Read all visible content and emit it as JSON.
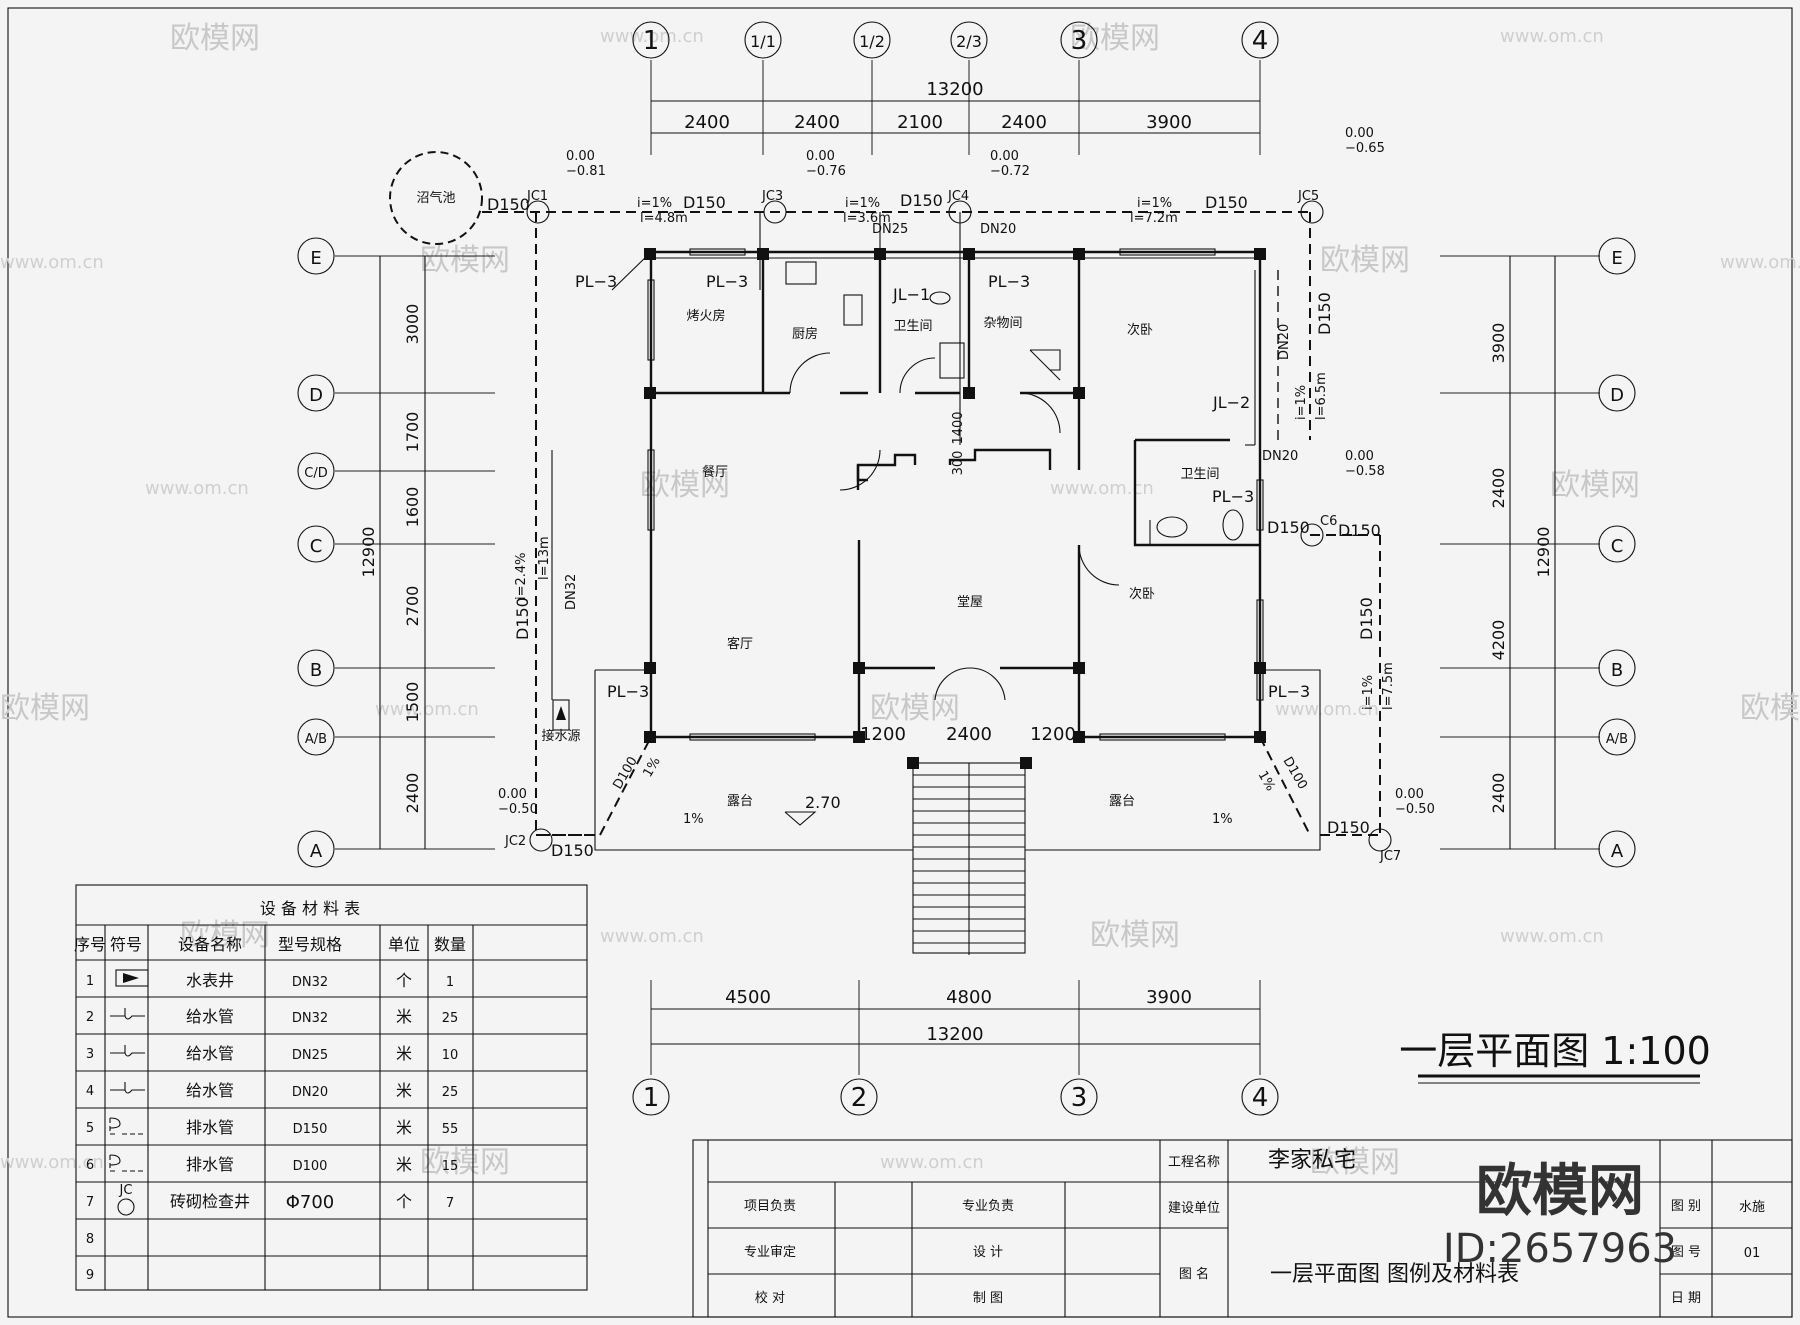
{
  "plan": {
    "title": "一层平面图 1:100",
    "grid_top": [
      "1",
      "1/1",
      "1/2",
      "2/3",
      "3",
      "4"
    ],
    "grid_bottom": [
      "1",
      "2",
      "3",
      "4"
    ],
    "grid_rows": [
      "E",
      "D",
      "C/D",
      "C",
      "B",
      "A/B",
      "A"
    ],
    "dims_top": [
      "2400",
      "2400",
      "2100",
      "2400",
      "3900"
    ],
    "total_width": "13200",
    "dims_bottom": [
      "4500",
      "4800",
      "3900"
    ],
    "dims_left": [
      "3000",
      "1700",
      "1600",
      "2700",
      "1500",
      "2400"
    ],
    "total_depth": "12900",
    "dims_right": [
      "3900",
      "2400",
      "4200",
      "2400"
    ],
    "dims_front": [
      "1200",
      "2400",
      "1200"
    ],
    "dims_inner": [
      "1400",
      "300"
    ],
    "rooms": {
      "fire": "烤火房",
      "kitchen": "厨房",
      "wc1": "卫生间",
      "store": "杂物间",
      "bed1": "次卧",
      "dining": "餐厅",
      "living": "客厅",
      "hall": "堂屋",
      "wc2": "卫生间",
      "bed2": "次卧",
      "terrace_l": "露台",
      "terrace_r": "露台",
      "septic": "沼气池",
      "meter": "接水源"
    },
    "elevation": "2.70",
    "wells": {
      "jc1": {
        "id": "JC1",
        "top": "0.00",
        "bot": "−0.81"
      },
      "jc3": {
        "id": "JC3",
        "top": "0.00",
        "bot": "−0.76"
      },
      "jc4": {
        "id": "JC4",
        "top": "0.00",
        "bot": "−0.72"
      },
      "jc5": {
        "id": "JC5",
        "top": "0.00",
        "bot": "−0.65"
      },
      "jc6": {
        "id": "C6",
        "top": "0.00",
        "bot": "−0.58"
      },
      "jc2": {
        "id": "JC2",
        "top": "0.00",
        "bot": "−0.50"
      },
      "jc7": {
        "id": "JC7",
        "top": "0.00",
        "bot": "−0.50"
      }
    },
    "pipe_labels": {
      "d150": "D150",
      "d100": "D100",
      "dn25": "DN25",
      "dn20": "DN20",
      "dn32": "DN32",
      "pl3": "PL−3",
      "jl1": "JL−1",
      "jl2": "JL−2",
      "slope1": "i=1%",
      "len1": "l=4.8m",
      "slope2": "i=1%",
      "len2": "l=3.6m",
      "slope3": "i=1%",
      "len3": "l=7.2m",
      "slope4": "i=2.4%",
      "len4": "l=13m",
      "slope5": "i=1%",
      "len5": "l=6.5m",
      "slope6": "i=1%",
      "len6": "l=7.5m",
      "pct": "1%"
    }
  },
  "table": {
    "title": "设 备 材 料 表",
    "headers": [
      "序号",
      "符号",
      "设备名称",
      "型号规格",
      "单位",
      "数量"
    ],
    "rows": [
      {
        "no": "1",
        "name": "水表井",
        "spec": "DN32",
        "unit": "个",
        "qty": "1"
      },
      {
        "no": "2",
        "name": "给水管",
        "spec": "DN32",
        "unit": "米",
        "qty": "25"
      },
      {
        "no": "3",
        "name": "给水管",
        "spec": "DN25",
        "unit": "米",
        "qty": "10"
      },
      {
        "no": "4",
        "name": "给水管",
        "spec": "DN20",
        "unit": "米",
        "qty": "25"
      },
      {
        "no": "5",
        "name": "排水管",
        "spec": "D150",
        "unit": "米",
        "qty": "55"
      },
      {
        "no": "6",
        "name": "排水管",
        "spec": "D100",
        "unit": "米",
        "qty": "15"
      },
      {
        "no": "7",
        "name": "砖砌检查井",
        "spec": "Φ700",
        "unit": "个",
        "qty": "7"
      },
      {
        "no": "8",
        "name": "",
        "spec": "",
        "unit": "",
        "qty": ""
      },
      {
        "no": "9",
        "name": "",
        "spec": "",
        "unit": "",
        "qty": ""
      }
    ],
    "jc_symbol": "JC"
  },
  "titleblock": {
    "project_label": "工程名称",
    "project_value": "李家私宅",
    "builder_label": "建设单位",
    "drawing_label": "图    名",
    "drawing_value": "一层平面图    图例及材料表",
    "lead": "项目负责",
    "review": "专业审定",
    "check": "校    对",
    "spec_lead": "专业负责",
    "design": "设    计",
    "draw": "制    图",
    "category_label": "图 别",
    "category_value": "水施",
    "number_label": "图 号",
    "number_value": "01",
    "date_label": "日 期"
  },
  "watermark": {
    "brand": "欧模网",
    "site": "www.om.cn",
    "id": "ID:2657963"
  }
}
